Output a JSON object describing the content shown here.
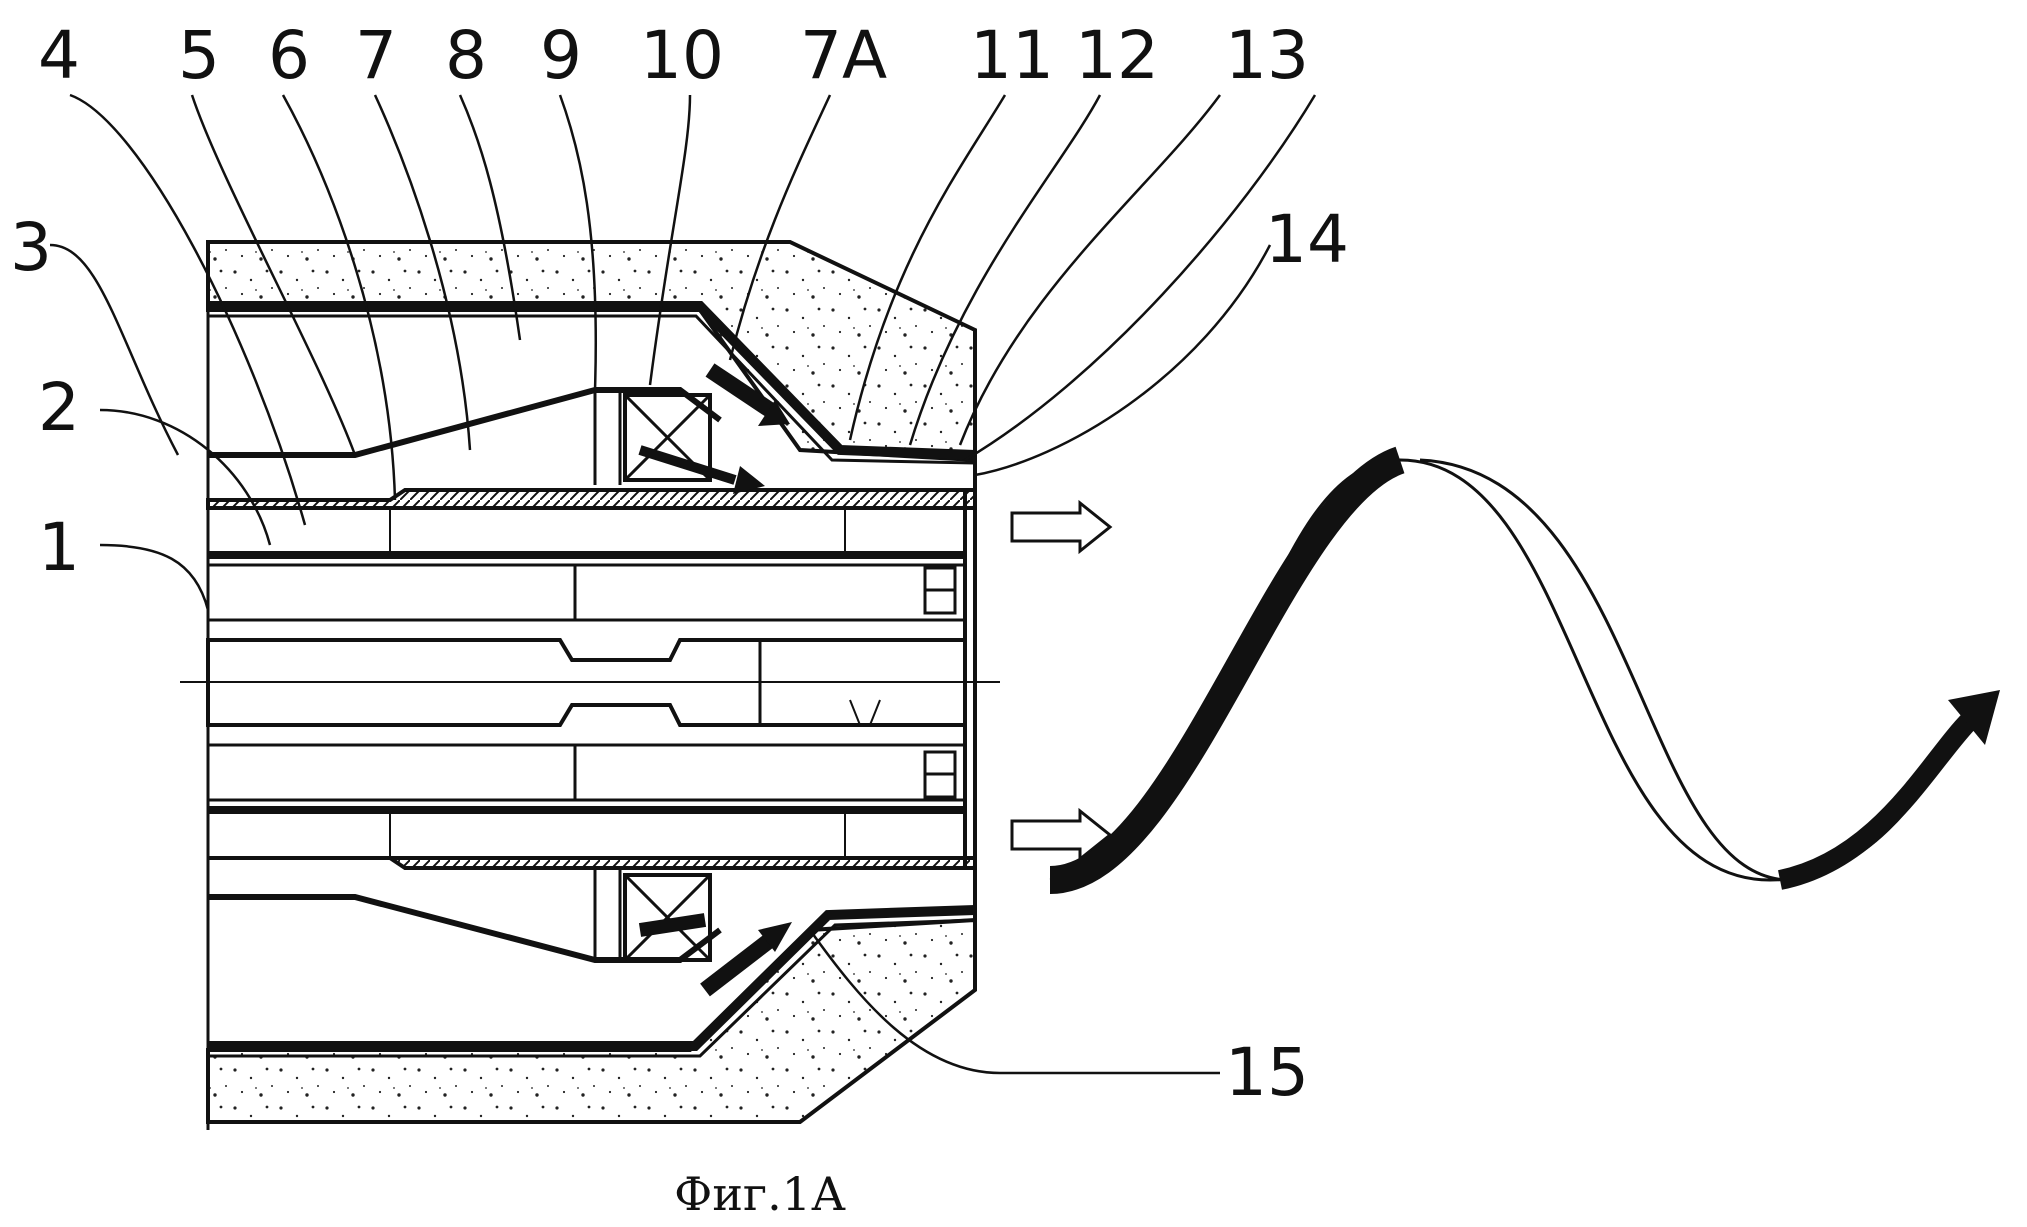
{
  "labels": {
    "l1": "1",
    "l2": "2",
    "l3": "3",
    "l4": "4",
    "l5": "5",
    "l6": "6",
    "l7": "7",
    "l8": "8",
    "l9": "9",
    "l10": "10",
    "l7a": "7A",
    "l11": "11",
    "l12": "12",
    "l13": "13",
    "l14": "14",
    "l15": "15"
  },
  "caption": "Фиг.1А"
}
